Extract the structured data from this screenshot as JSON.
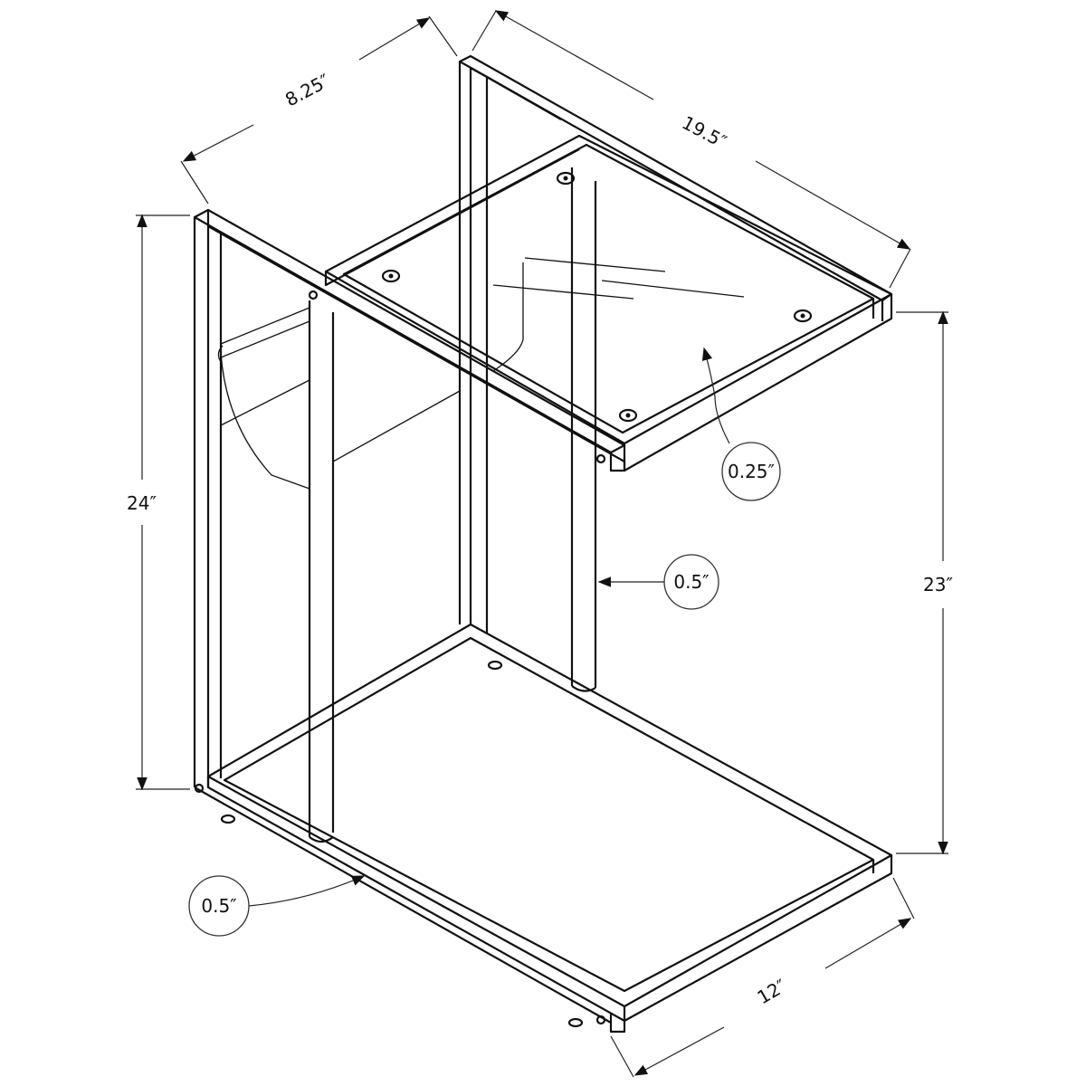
{
  "diagram": {
    "subject": "C-shaped metal side table with glass top",
    "line_color": "#111111",
    "background": "#ffffff",
    "dimensions": {
      "depth_top": "8.25″",
      "length_top": "19.5″",
      "overall_height": "24″",
      "top_height": "23″",
      "base_width": "12″"
    },
    "callouts": {
      "glass_thickness": "0.25″",
      "tube_upright": "0.5″",
      "tube_base": "0.5″"
    }
  }
}
